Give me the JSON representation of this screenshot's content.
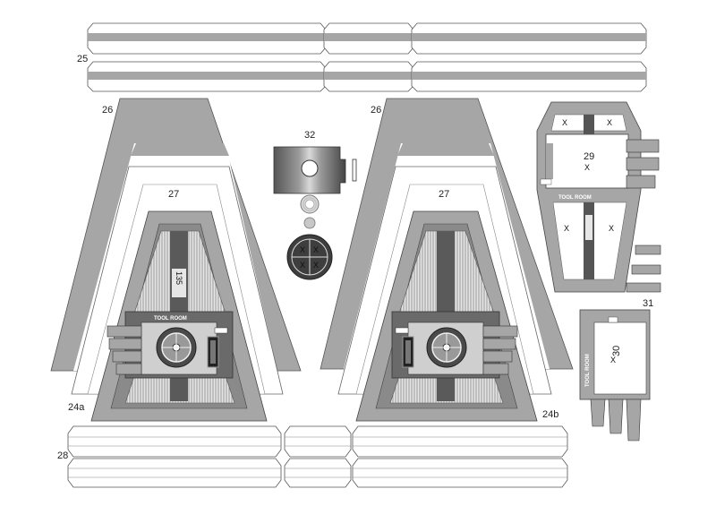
{
  "labels": {
    "part_24a": "24a",
    "part_24b": "24b",
    "part_25": "25",
    "part_26_left": "26",
    "part_26_right": "26",
    "part_27_left": "27",
    "part_27_right": "27",
    "part_28": "28",
    "part_29": "29",
    "part_30": "30",
    "part_31": "31",
    "part_32": "32"
  },
  "sign_text": "TOOL ROOM",
  "box_number": "135",
  "fold_mark": "X",
  "colors": {
    "mid_grey": "#a0a0a0",
    "light_grey": "#d6d6d6",
    "dark_grey": "#4a4a4a",
    "outline": "#333333"
  }
}
